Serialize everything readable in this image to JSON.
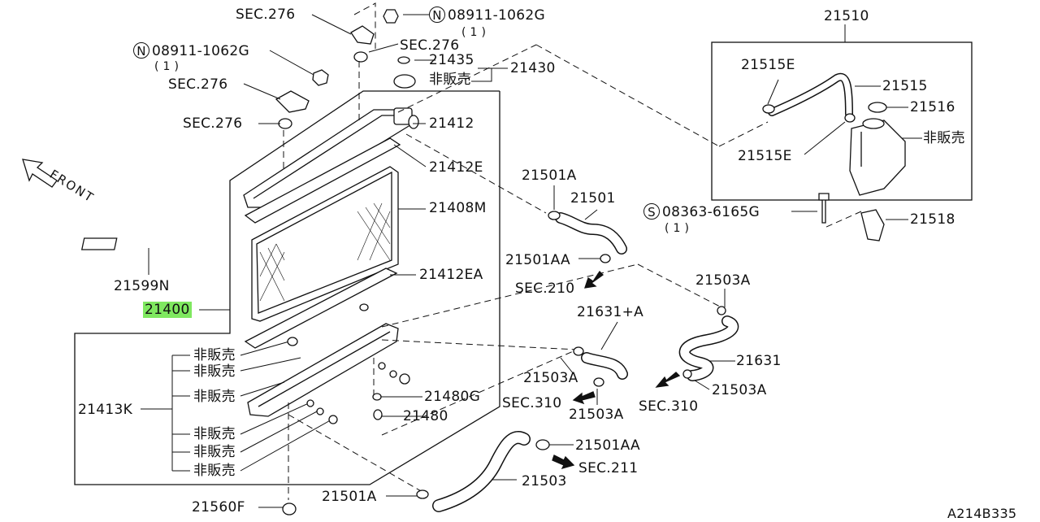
{
  "diagram_code": "A214B335",
  "front_label": "FRONT",
  "labels": {
    "sec276_top": "SEC.276",
    "n08911_top": "08911-1062G",
    "n08911_top_qty": "( 1 )",
    "sec276_mid": "SEC.276",
    "p21435": "21435",
    "n08911_left": "08911-1062G",
    "n08911_left_qty": "( 1 )",
    "nonsale_cap": "非販売",
    "p21430": "21430",
    "sec276_left": "SEC.276",
    "sec276_left2": "SEC.276",
    "p21412": "21412",
    "p21412E": "21412E",
    "p21408M": "21408M",
    "p21412EA": "21412EA",
    "p21599N": "21599N",
    "p21400": "21400",
    "p21413K": "21413K",
    "ns1": "非販売",
    "ns2": "非販売",
    "ns3": "非販売",
    "ns4": "非販売",
    "ns5": "非販売",
    "ns6": "非販売",
    "p21480G": "21480G",
    "p21480": "21480",
    "p21560F": "21560F",
    "p21501A_bottom": "21501A",
    "p21503": "21503",
    "p21501AA_bottom": "21501AA",
    "sec211": "SEC.211",
    "p21501A_top": "21501A",
    "p21501": "21501",
    "p21501AA_mid": "21501AA",
    "sec210": "SEC.210",
    "p21631A": "21631+A",
    "p21503A_1": "21503A",
    "sec310_1": "SEC.310",
    "p21503A_2": "21503A",
    "p21503A_top": "21503A",
    "p21631": "21631",
    "p21503A_right": "21503A",
    "sec310_2": "SEC.310",
    "p21510": "21510",
    "p21515E": "21515E",
    "p21515": "21515",
    "p21516": "21516",
    "nonsale_tank": "非販売",
    "p21515E_2": "21515E",
    "s08363": "08363-6165G",
    "s08363_qty": "( 1 )",
    "p21518": "21518",
    "n_mark": "N",
    "s_mark": "S"
  },
  "highlight_color": "#7fe860"
}
